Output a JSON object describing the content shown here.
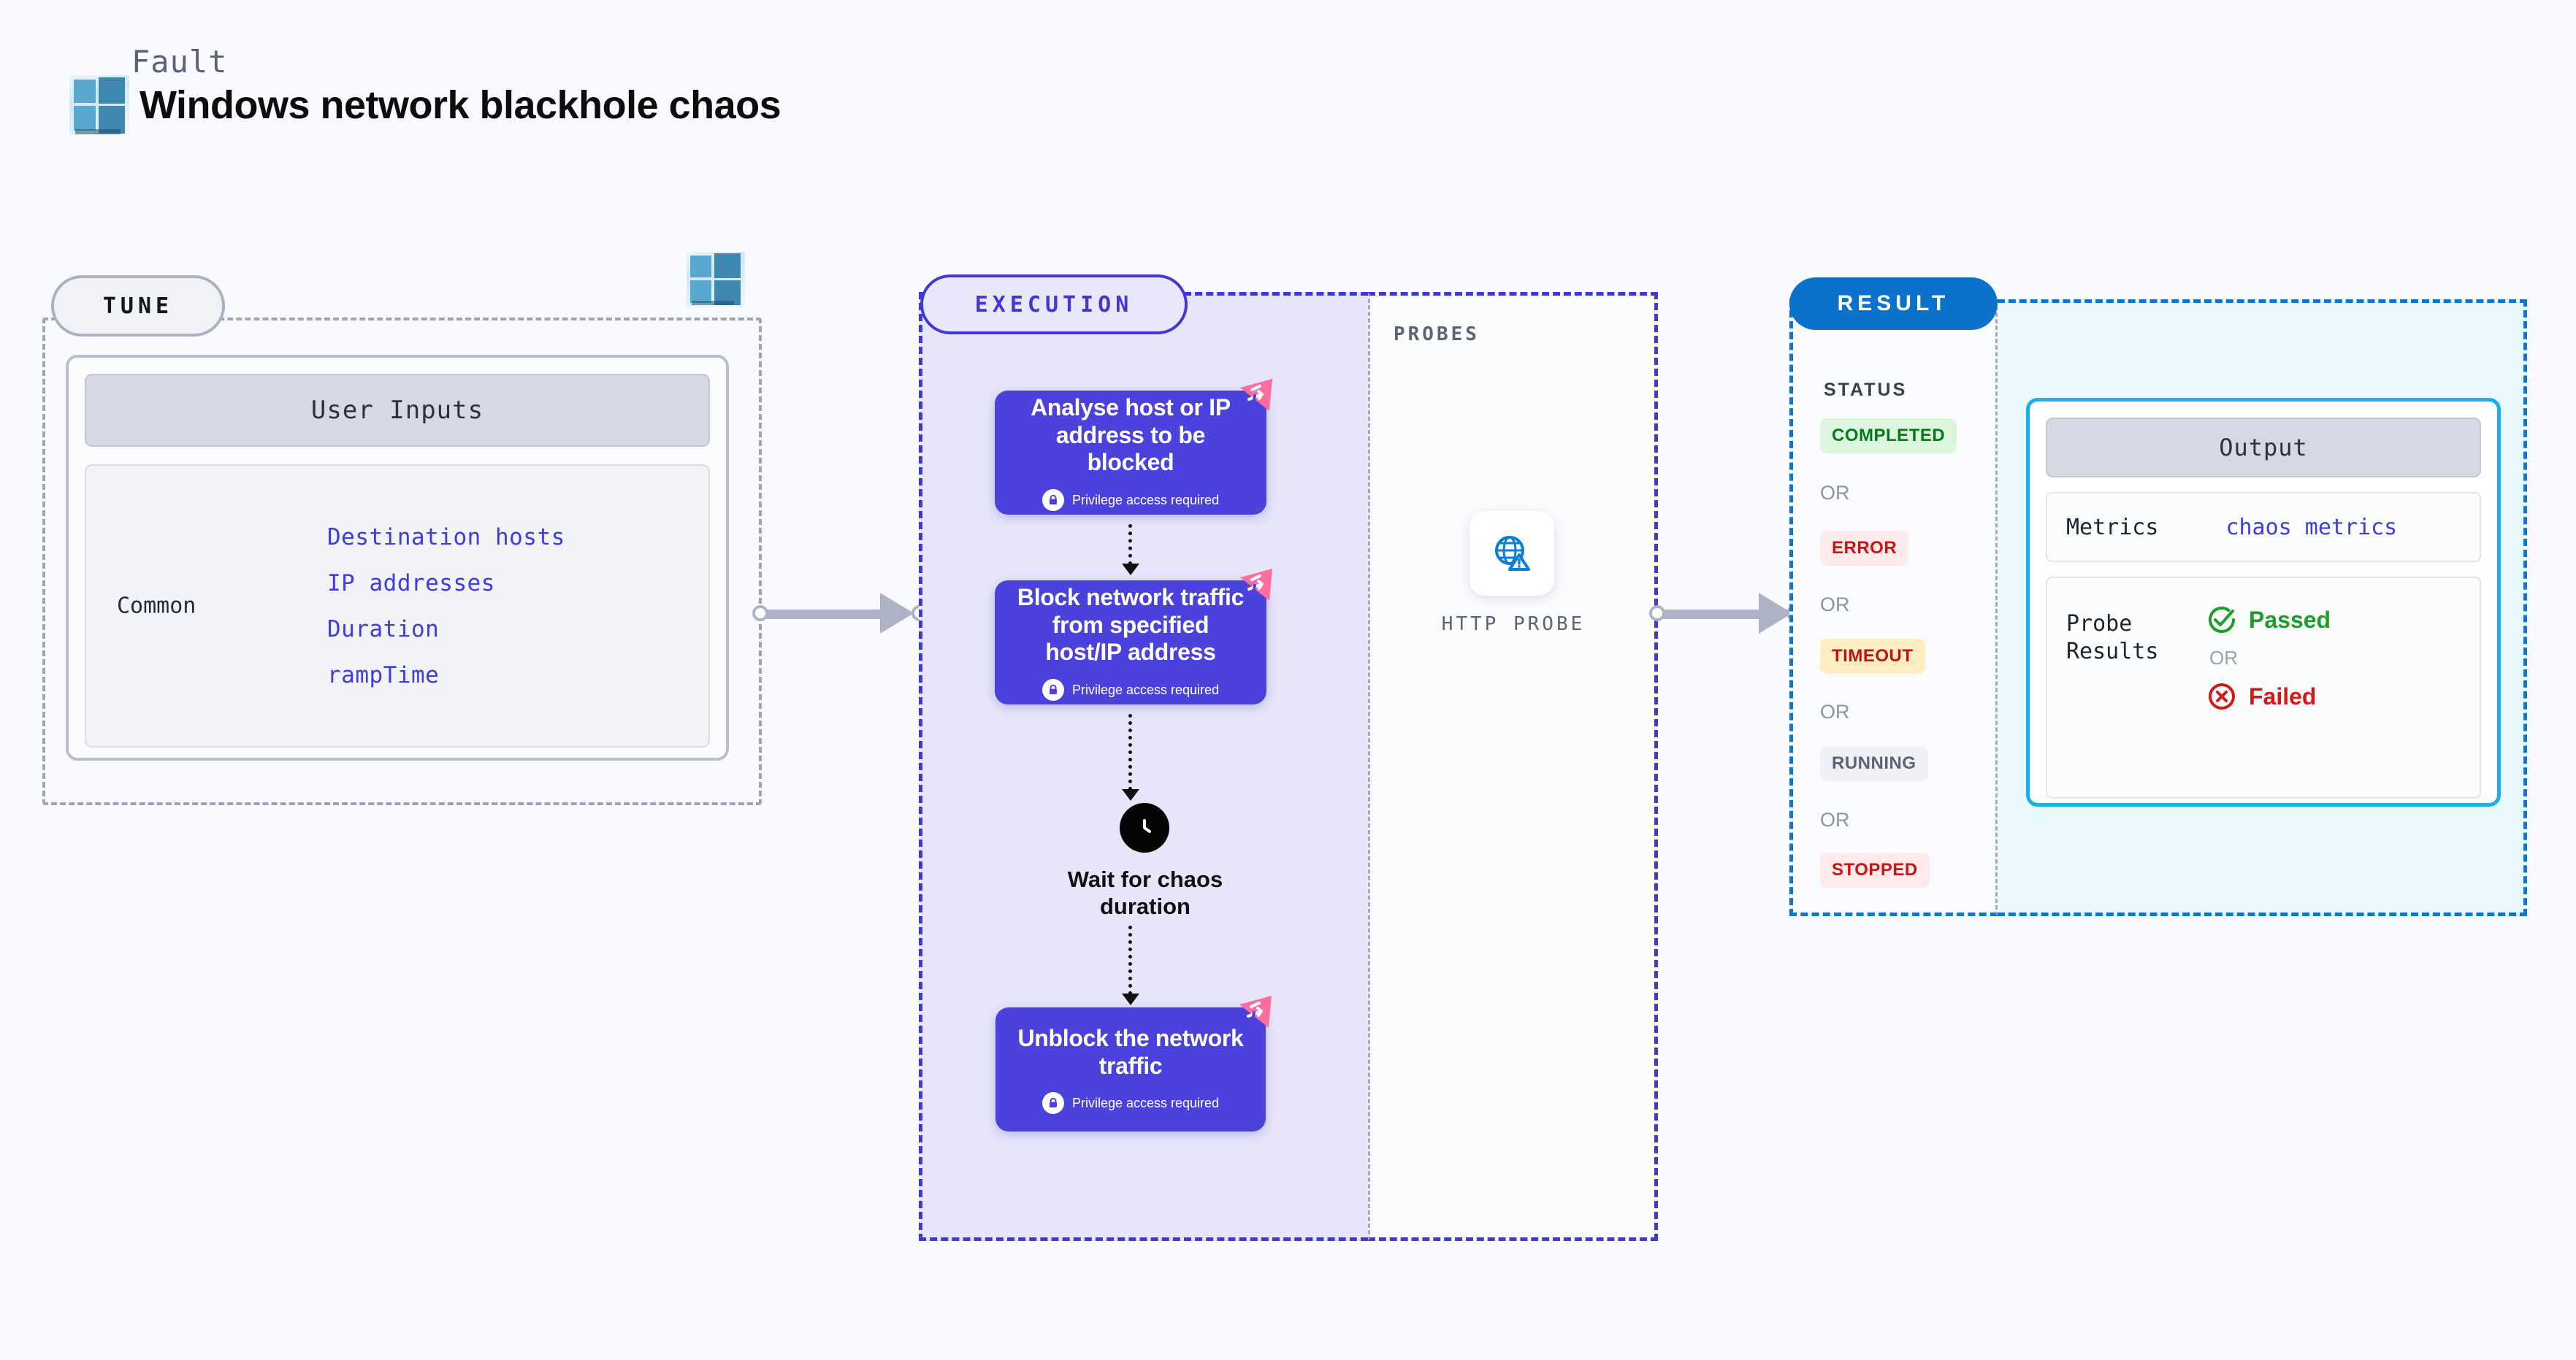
{
  "header": {
    "kicker": "Fault",
    "title": "Windows network blackhole chaos",
    "logo_icon": "windows-logo-icon"
  },
  "tune": {
    "pill_label": "TUNE",
    "logo_icon": "windows-logo-icon",
    "card_title": "User Inputs",
    "group_label": "Common",
    "params": [
      "Destination hosts",
      "IP addresses",
      "Duration",
      "rampTime"
    ]
  },
  "execution": {
    "pill_label": "EXECUTION",
    "steps": [
      {
        "title": "Analyse host or IP address to be blocked",
        "privilege": "Privilege access required",
        "badge_icon": "network-swap-icon",
        "lock_icon": "lock-icon"
      },
      {
        "title": "Block network traffic from specified host/IP address",
        "privilege": "Privilege access required",
        "badge_icon": "network-swap-icon",
        "lock_icon": "lock-icon"
      },
      {
        "title": "Unblock the network traffic",
        "privilege": "Privilege access required",
        "badge_icon": "network-swap-icon",
        "lock_icon": "lock-icon"
      }
    ],
    "wait_node": {
      "label": "Wait for chaos duration",
      "icon": "clock-icon"
    }
  },
  "probes": {
    "section_label": "PROBES",
    "items": [
      {
        "label": "HTTP PROBE",
        "icon": "globe-warning-icon"
      }
    ]
  },
  "result": {
    "pill_label": "RESULT",
    "status_title": "STATUS",
    "or_label": "OR",
    "statuses": [
      {
        "label": "COMPLETED",
        "text_color": "#047a1d",
        "bg_color": "#ddf5dd"
      },
      {
        "label": "ERROR",
        "text_color": "#cc1414",
        "bg_color": "#fdeaea"
      },
      {
        "label": "TIMEOUT",
        "text_color": "#c01414",
        "bg_color": "#fdeec2"
      },
      {
        "label": "RUNNING",
        "text_color": "#5d6274",
        "bg_color": "#f0f1f6"
      },
      {
        "label": "STOPPED",
        "text_color": "#cc1414",
        "bg_color": "#fdeaea"
      }
    ],
    "output": {
      "title": "Output",
      "metrics_key": "Metrics",
      "metrics_value": "chaos metrics",
      "probe_results_key": "Probe Results",
      "or_label": "OR",
      "passed_label": "Passed",
      "failed_label": "Failed",
      "passed_icon": "check-circle-icon",
      "failed_icon": "x-circle-icon"
    }
  },
  "colors": {
    "accent_purple": "#4b41dd",
    "accent_blue": "#0b72cc",
    "accent_cyan": "#17b0e8",
    "pink_badge": "#fd6e9e",
    "page_bg": "#f9faff"
  }
}
